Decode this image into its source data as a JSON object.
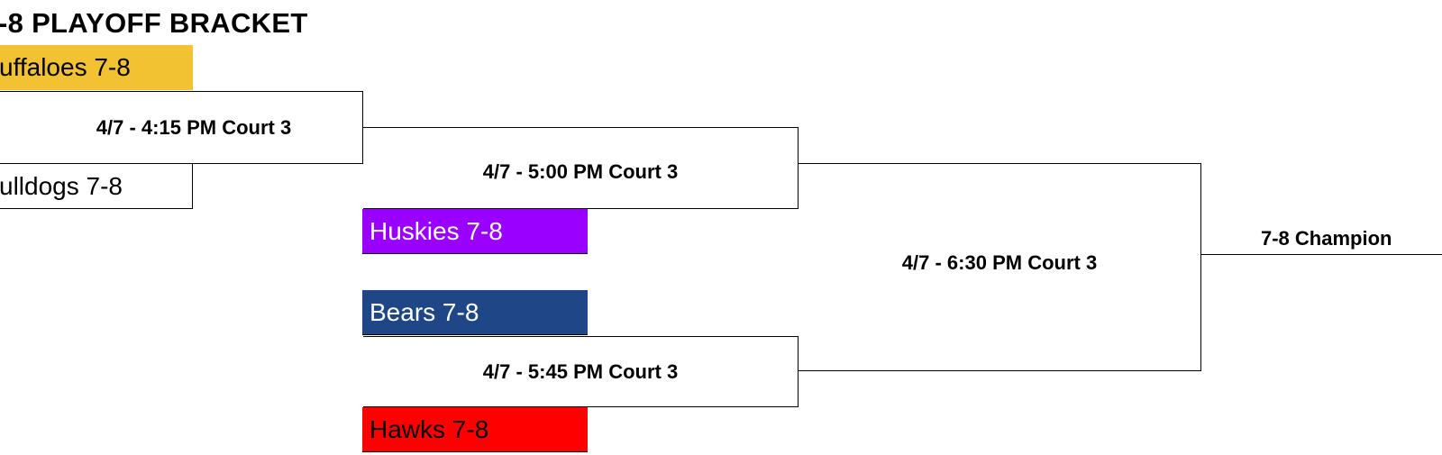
{
  "title": "-8 PLAYOFF BRACKET",
  "teams": [
    {
      "id": "buffaloes",
      "label": "uffaloes 7-8",
      "bg": "#F2C232",
      "fg": "#000000"
    },
    {
      "id": "bulldogs",
      "label": "ulldogs 7-8",
      "bg": "#FFFFFF",
      "fg": "#000000"
    },
    {
      "id": "huskies",
      "label": "Huskies 7-8",
      "bg": "#9900FF",
      "fg": "#FFFFFF"
    },
    {
      "id": "bears",
      "label": "Bears 7-8",
      "bg": "#1F4788",
      "fg": "#FFFFFF"
    },
    {
      "id": "hawks",
      "label": "Hawks 7-8",
      "bg": "#FF0000",
      "fg": "#000000"
    }
  ],
  "games": [
    {
      "label": "4/7 - 4:15 PM Court 3"
    },
    {
      "label": "4/7 - 5:00 PM Court 3"
    },
    {
      "label": "4/7 - 5:45 PM Court 3"
    },
    {
      "label": "4/7 - 6:30 PM Court 3"
    }
  ],
  "champion": {
    "label": "7-8 Champion"
  }
}
